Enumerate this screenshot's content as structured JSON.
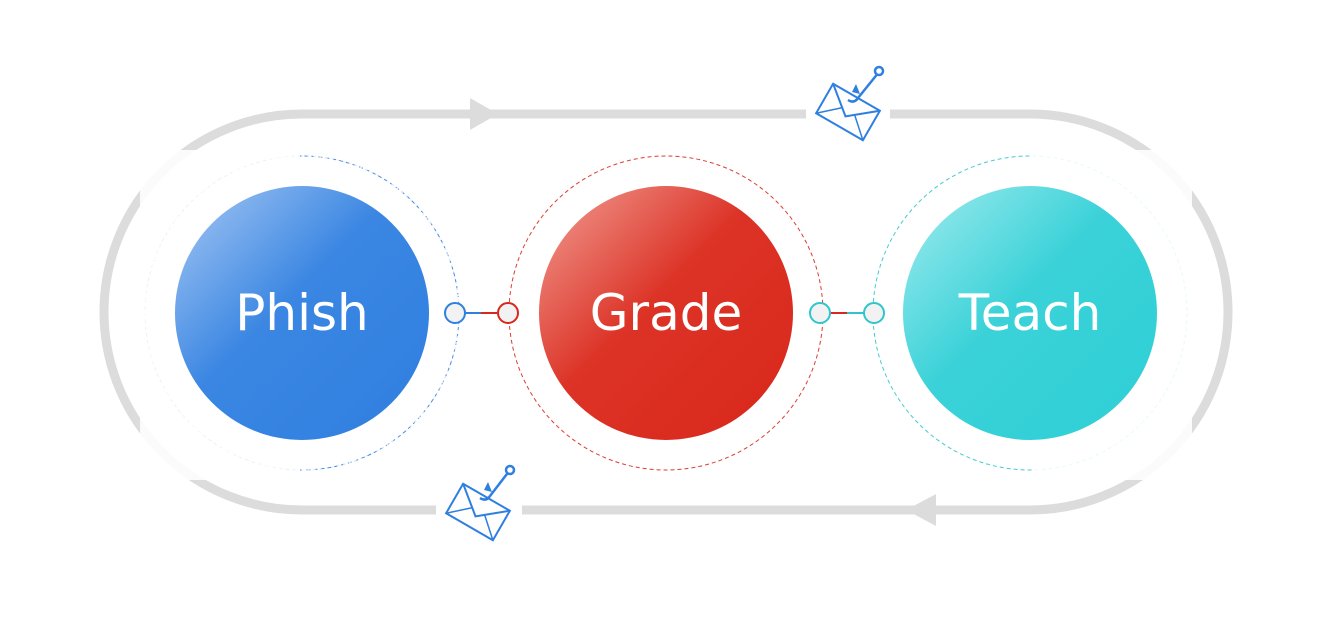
{
  "diagram": {
    "title": "",
    "loop_color": "#dcdcdc",
    "nodes": [
      {
        "id": "phish",
        "label": "Phish",
        "color": "#2f7fe0",
        "highlight": "#8fb8f0",
        "ring": "#2f7fe0"
      },
      {
        "id": "grade",
        "label": "Grade",
        "color": "#d9271b",
        "highlight": "#ef8a80",
        "ring": "#d9271b"
      },
      {
        "id": "teach",
        "label": "Teach",
        "color": "#2ecfd6",
        "highlight": "#8be6ea",
        "ring": "#2ec6cc"
      }
    ],
    "connectors": [
      {
        "from": "phish",
        "to": "grade"
      },
      {
        "from": "grade",
        "to": "teach"
      }
    ],
    "icons": [
      {
        "name": "phishing-email-icon",
        "position": "top"
      },
      {
        "name": "phishing-email-icon",
        "position": "bottom"
      }
    ],
    "arrows": [
      {
        "direction": "right",
        "track": "top"
      },
      {
        "direction": "left",
        "track": "bottom"
      }
    ]
  }
}
